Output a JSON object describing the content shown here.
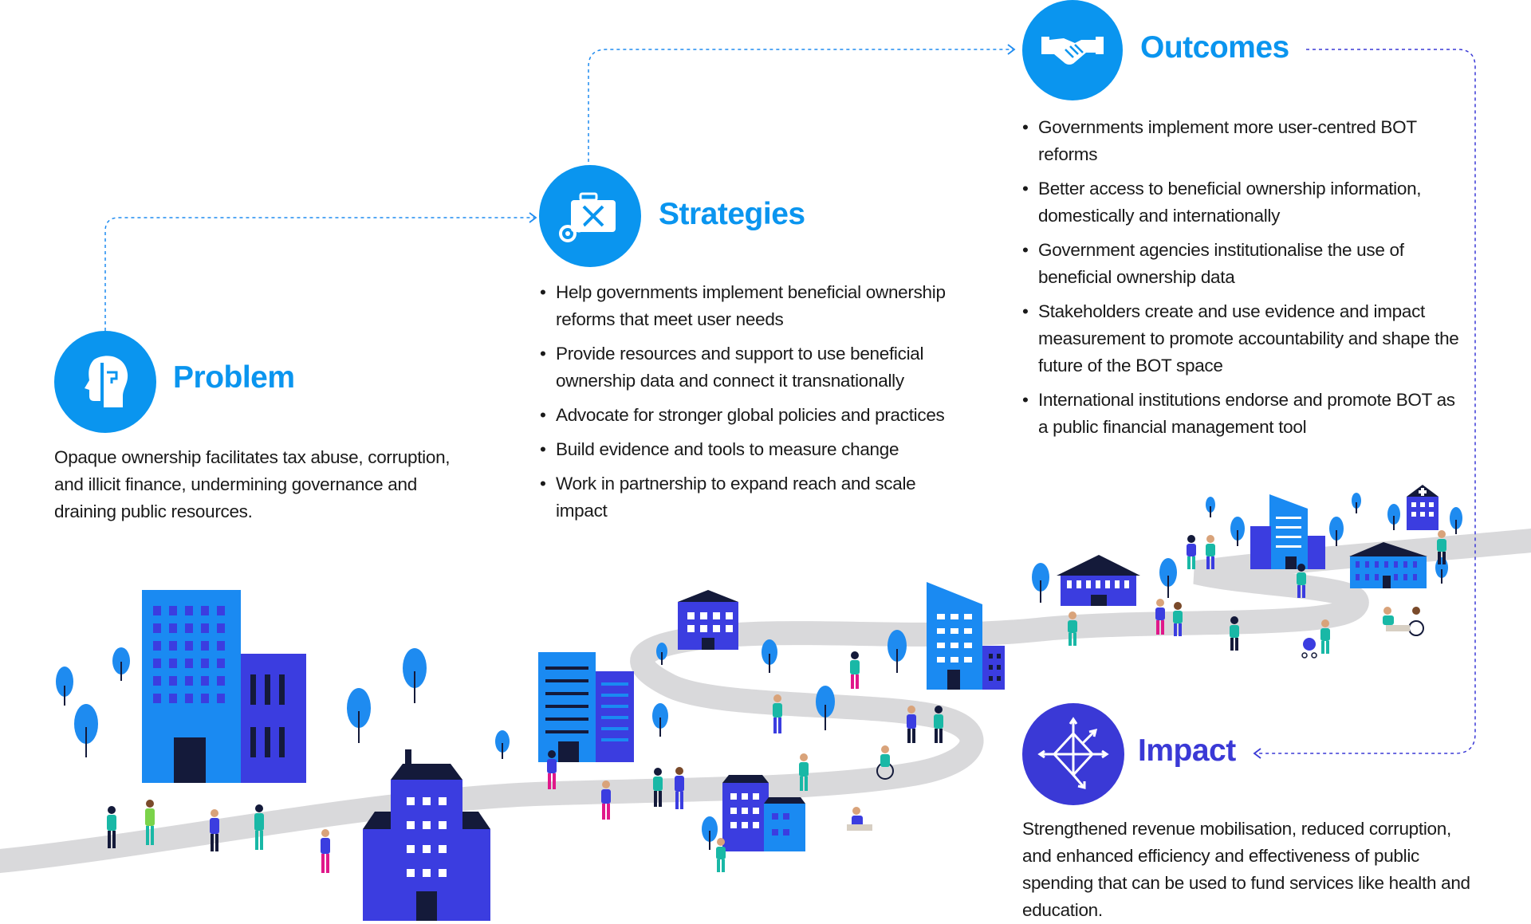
{
  "colors": {
    "accent_blue": "#0a95ef",
    "accent_purple": "#3a39d6",
    "road": "#d9d9db",
    "building_blue": "#1a8af2",
    "building_indigo": "#3b3de0",
    "roof_dark": "#141a3a",
    "tree": "#1e8bf0"
  },
  "problem": {
    "icon": "head-profile-icon",
    "title": "Problem",
    "text": "Opaque ownership facilitates tax abuse, corruption, and illicit finance, undermining governance and draining public resources."
  },
  "strategies": {
    "icon": "toolbox-gear-icon",
    "title": "Strategies",
    "items": [
      "Help governments implement beneficial ownership reforms that meet user needs",
      "Provide resources and support to use beneficial ownership data and connect  it transnationally",
      "Advocate for stronger global policies and practices",
      "Build evidence and tools to measure change",
      "Work in partnership to expand reach and scale impact"
    ]
  },
  "outcomes": {
    "icon": "handshake-icon",
    "title": "Outcomes",
    "items": [
      "Governments implement more user-centred BOT reforms",
      "Better access to beneficial ownership information, domestically and internationally",
      "Government agencies institutionalise the use of beneficial ownership data",
      "Stakeholders create and use evidence and impact measurement to promote accountability and shape the future of the BOT space",
      "International institutions endorse and promote BOT as a public financial management tool"
    ]
  },
  "impact": {
    "icon": "network-cube-icon",
    "title": "Impact",
    "text": "Strengthened revenue mobilisation, reduced corruption, and enhanced efficiency and effectiveness of public spending that can be used to fund services like health and education."
  }
}
